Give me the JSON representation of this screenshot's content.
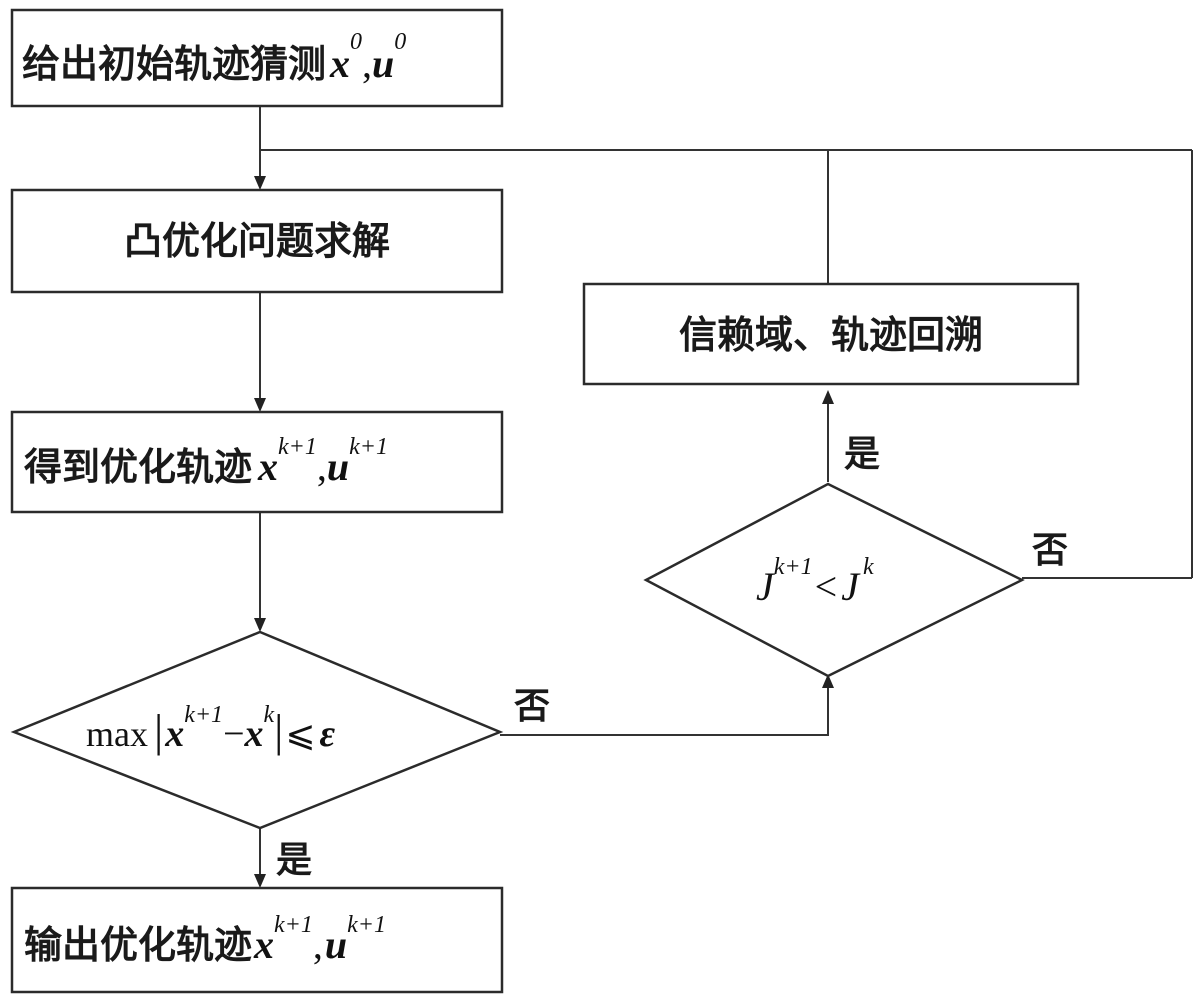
{
  "nodes": {
    "init": {
      "text": "给出初始轨迹猜测",
      "var1": "x",
      "sup1": "0",
      "sep": ",",
      "var2": "u",
      "sup2": "0"
    },
    "solve": {
      "text": "凸优化问题求解"
    },
    "result": {
      "text": "得到优化轨迹",
      "var1": "x",
      "sup1": "k+1",
      "sep": ",",
      "var2": "u",
      "sup2": "k+1"
    },
    "converge_check": {
      "op": "max",
      "bar": "|",
      "var1": "x",
      "sup1": "k+1",
      "minus": "−",
      "var2": "x",
      "sup2": "k",
      "leq": "⩽",
      "eps": "ε"
    },
    "output": {
      "text": "输出优化轨迹",
      "var1": "x",
      "sup1": "k+1",
      "sep": ",",
      "var2": "u",
      "sup2": "k+1"
    },
    "cost_check": {
      "var1": "J",
      "sup1": "k+1",
      "lt": "<",
      "var2": "J",
      "sup2": "k"
    },
    "trust_region": {
      "text": "信赖域、轨迹回溯"
    }
  },
  "edge_labels": {
    "converge_no": "否",
    "converge_yes": "是",
    "cost_yes": "是",
    "cost_no": "否"
  },
  "colors": {
    "line": "#333333",
    "text": "#1a1a1a",
    "background": "#ffffff"
  }
}
